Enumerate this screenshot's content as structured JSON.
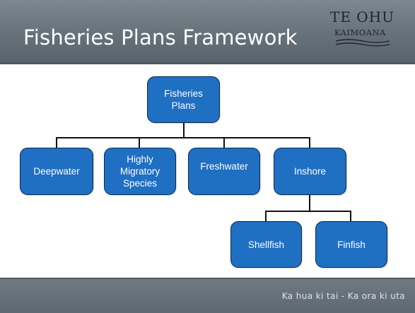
{
  "slide": {
    "title": "Fisheries Plans Framework",
    "footer_tagline": "Ka hua ki tai - Ka ora ki uta"
  },
  "logo": {
    "line1": "TE OHU",
    "line2": "KAIMOANA"
  },
  "diagram": {
    "root": "Fisheries\nPlans",
    "level1": [
      "Deepwater",
      "Highly\nMigratory\nSpecies",
      "Freshwater",
      "Inshore"
    ],
    "level2": [
      "Shellfish",
      "Finfish"
    ]
  },
  "colors": {
    "node_fill": "#1f6fc3",
    "node_border": "#0b2b52",
    "header_bg": "#6b767f",
    "connector": "#111111"
  }
}
